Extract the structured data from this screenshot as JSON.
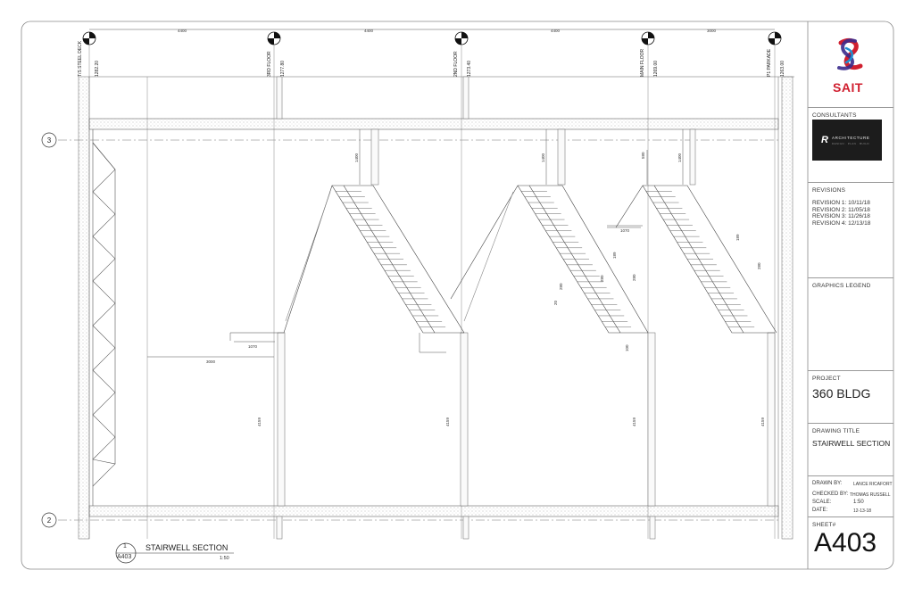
{
  "levels": [
    {
      "name": "T/S STEEL DECK",
      "elevation": "1282.20"
    },
    {
      "name": "3RD FLOOR",
      "elevation": "1277.80"
    },
    {
      "name": "2ND FLOOR",
      "elevation": "1273.40"
    },
    {
      "name": "MAIN FLOOR",
      "elevation": "1269.00"
    },
    {
      "name": "P1 PARKADE",
      "elevation": "1263.00"
    }
  ],
  "top_dimensions": [
    "4400",
    "4400",
    "4400",
    "3000"
  ],
  "grid_markers": [
    "3",
    "2"
  ],
  "dimensions": {
    "rise_1": "1400",
    "rise_2": "1400",
    "rise_3": "1400",
    "stub_580": "580",
    "landing_1070_a": "1070",
    "landing_1070_b": "1070",
    "span_3000": "3000",
    "wall_4159_a": "4159",
    "wall_4159_b": "4159",
    "wall_4159_c": "4159",
    "wall_4159_d": "4159",
    "riser_189": "189",
    "riser_189_b": "189",
    "tread_280": "280",
    "tread_280_b": "280",
    "tread_280_c": "280",
    "tread_280_d": "280",
    "nosing_20": "20",
    "offset_100": "100"
  },
  "drawing_label": {
    "number": "1",
    "sheet_ref": "A403",
    "title": "STAIRWELL SECTION",
    "scale": "1:50"
  },
  "title_block": {
    "logo_text": "SAIT",
    "consultants_label": "CONSULTANTS",
    "consultant_logo_mark": "R",
    "consultant_name": "ARCHITECTURE",
    "consultant_sub": "DESIGN · PLAN · BUILD",
    "revisions_label": "REVISIONS",
    "revisions": [
      "REVISION 1: 10/11/18",
      "REVISION 2: 11/05/18",
      "REVISION 3: 11/26/18",
      "REVISION 4: 12/13/18"
    ],
    "graphics_legend_label": "GRAPHICS LEGEND",
    "project_label": "PROJECT",
    "project_name": "360 BLDG",
    "drawing_title_label": "DRAWING TITLE",
    "drawing_title": "STAIRWELL SECTION",
    "drawn_by_label": "DRAWN BY:",
    "drawn_by": "LANCE RICAFORT",
    "checked_by_label": "CHECKED BY:",
    "checked_by": "THOMAS RUSSELL",
    "scale_label": "SCALE:",
    "scale": "1:50",
    "date_label": "DATE:",
    "date": "12-13-18",
    "sheet_label": "SHEET#",
    "sheet_number": "A403"
  }
}
